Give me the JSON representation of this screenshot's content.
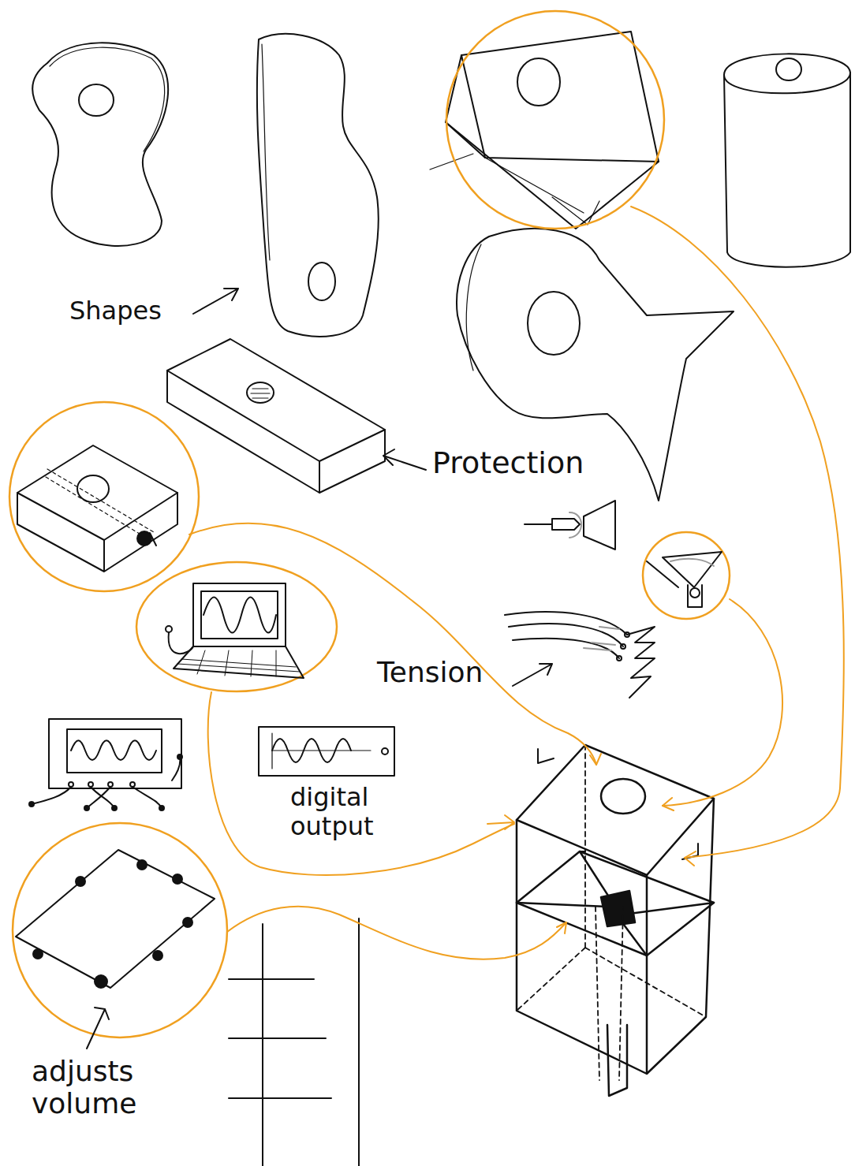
{
  "diagram": {
    "labels": [
      "Shapes",
      "Protection",
      "Tension",
      "digital output",
      "adjusts volume"
    ]
  }
}
